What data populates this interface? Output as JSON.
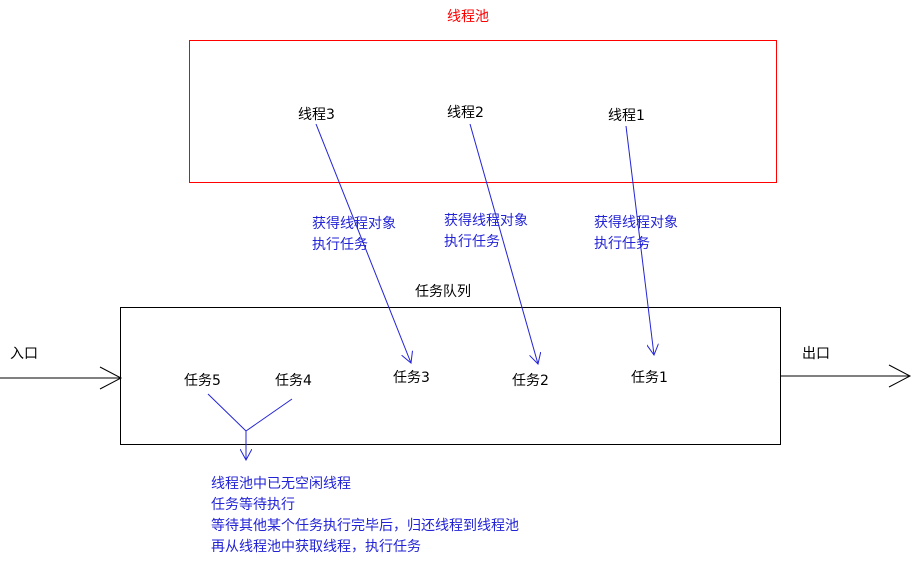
{
  "pool": {
    "title": "线程池",
    "threads": [
      "线程3",
      "线程2",
      "线程1"
    ],
    "border_color": "#ff0000"
  },
  "queue": {
    "title": "任务队列",
    "tasks": [
      "任务5",
      "任务4",
      "任务3",
      "任务2",
      "任务1"
    ]
  },
  "io": {
    "entry": "入口",
    "exit": "出口"
  },
  "acquire": {
    "line1": "获得线程对象",
    "line2": "执行任务"
  },
  "note": [
    "线程池中已无空闲线程",
    "任务等待执行",
    "等待其他某个任务执行完毕后，归还线程到线程池",
    "再从线程池中获取线程，执行任务"
  ],
  "colors": {
    "arrow": "#2323d6",
    "text_blue": "#2323d6",
    "box": "#000000"
  }
}
